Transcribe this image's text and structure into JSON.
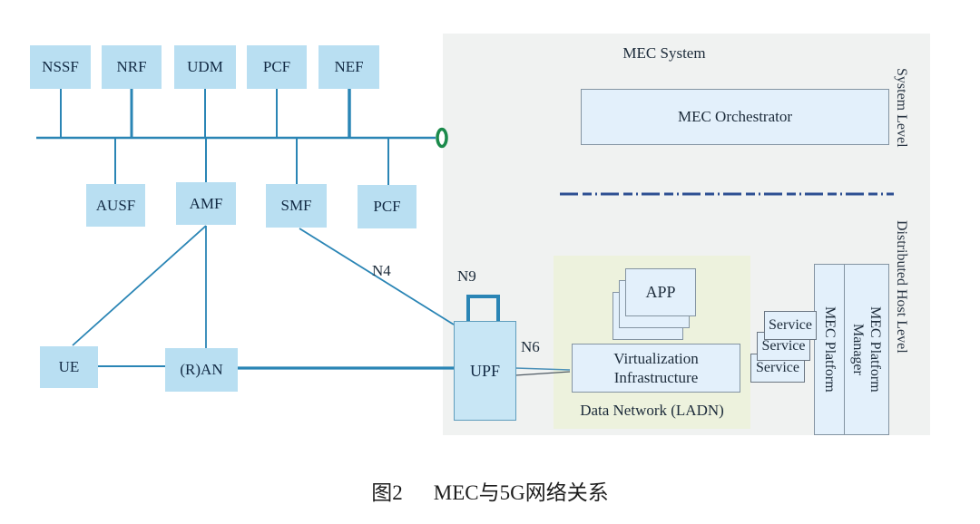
{
  "figure": {
    "caption_prefix": "图2",
    "caption_title": "MEC与5G网络关系"
  },
  "network": {
    "bus_row": [
      "NSSF",
      "NRF",
      "UDM",
      "PCF",
      "NEF"
    ],
    "core_row": [
      "AUSF",
      "AMF",
      "SMF",
      "PCF"
    ],
    "access": {
      "ue": "UE",
      "ran": "(R)AN",
      "upf": "UPF"
    },
    "interfaces": {
      "n4": "N4",
      "n9": "N9",
      "n6": "N6"
    }
  },
  "mec": {
    "system_title": "MEC System",
    "orchestrator": "MEC Orchestrator",
    "system_level": "System Level",
    "distributed_host_level": "Distributed Host Level",
    "app": "APP",
    "virtualization_infrastructure": "Virtualization Infrastructure",
    "data_network": "Data Network (LADN)",
    "services": [
      "Service",
      "Service",
      "Service"
    ],
    "mec_platform": "MEC Platform",
    "mec_platform_manager": "MEC Platform Manager"
  },
  "colors": {
    "nf_box_fill": "#b9dff2",
    "mec_box_fill": "#e3f0fb",
    "line_teal": "#2a85b5",
    "divider_navy": "#2d4f92",
    "terminator_green": "#1b8a4b",
    "panel_gray": "#f0f2f1",
    "panel_green": "#edf2dd"
  }
}
